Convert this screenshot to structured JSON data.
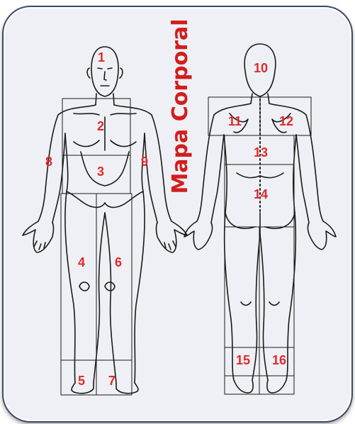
{
  "title": "Mapa Corporal",
  "regions": [
    {
      "id": "r1",
      "label": "1"
    },
    {
      "id": "r2",
      "label": "2"
    },
    {
      "id": "r3",
      "label": "3"
    },
    {
      "id": "r4",
      "label": "4"
    },
    {
      "id": "r5",
      "label": "5"
    },
    {
      "id": "r6",
      "label": "6"
    },
    {
      "id": "r7",
      "label": "7"
    },
    {
      "id": "r8",
      "label": "8"
    },
    {
      "id": "r9",
      "label": "9"
    },
    {
      "id": "r10",
      "label": "10"
    },
    {
      "id": "r11",
      "label": "11"
    },
    {
      "id": "r12",
      "label": "12"
    },
    {
      "id": "r13",
      "label": "13"
    },
    {
      "id": "r14",
      "label": "14"
    },
    {
      "id": "r15",
      "label": "15"
    },
    {
      "id": "r16",
      "label": "16"
    }
  ],
  "colors": {
    "label": "#e02a2a",
    "title": "#d21e1e",
    "outline": "#1a1a1a",
    "background": "#eef0f5",
    "frame": "#3a4a66"
  }
}
